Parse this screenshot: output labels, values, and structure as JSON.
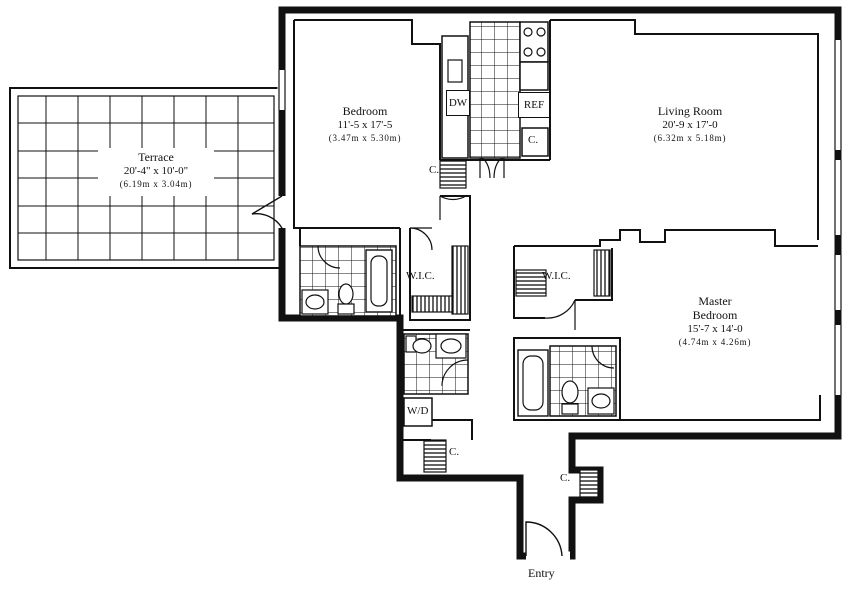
{
  "rooms": {
    "terrace": {
      "name": "Terrace",
      "dim": "20'-4\" x 10'-0\"",
      "metric": "(6.19m x 3.04m)"
    },
    "bedroom": {
      "name": "Bedroom",
      "dim": "11'-5 x 17'-5",
      "metric": "(3.47m x 5.30m)"
    },
    "living": {
      "name": "Living Room",
      "dim": "20'-9 x 17'-0",
      "metric": "(6.32m x 5.18m)"
    },
    "master": {
      "name1": "Master",
      "name2": "Bedroom",
      "dim": "15'-7 x 14'-0",
      "metric": "(4.74m x 4.26m)"
    }
  },
  "tags": {
    "dw": "DW",
    "ref": "REF",
    "closet": "C.",
    "wic": "W.I.C.",
    "wd": "W/D",
    "entry": "Entry"
  }
}
